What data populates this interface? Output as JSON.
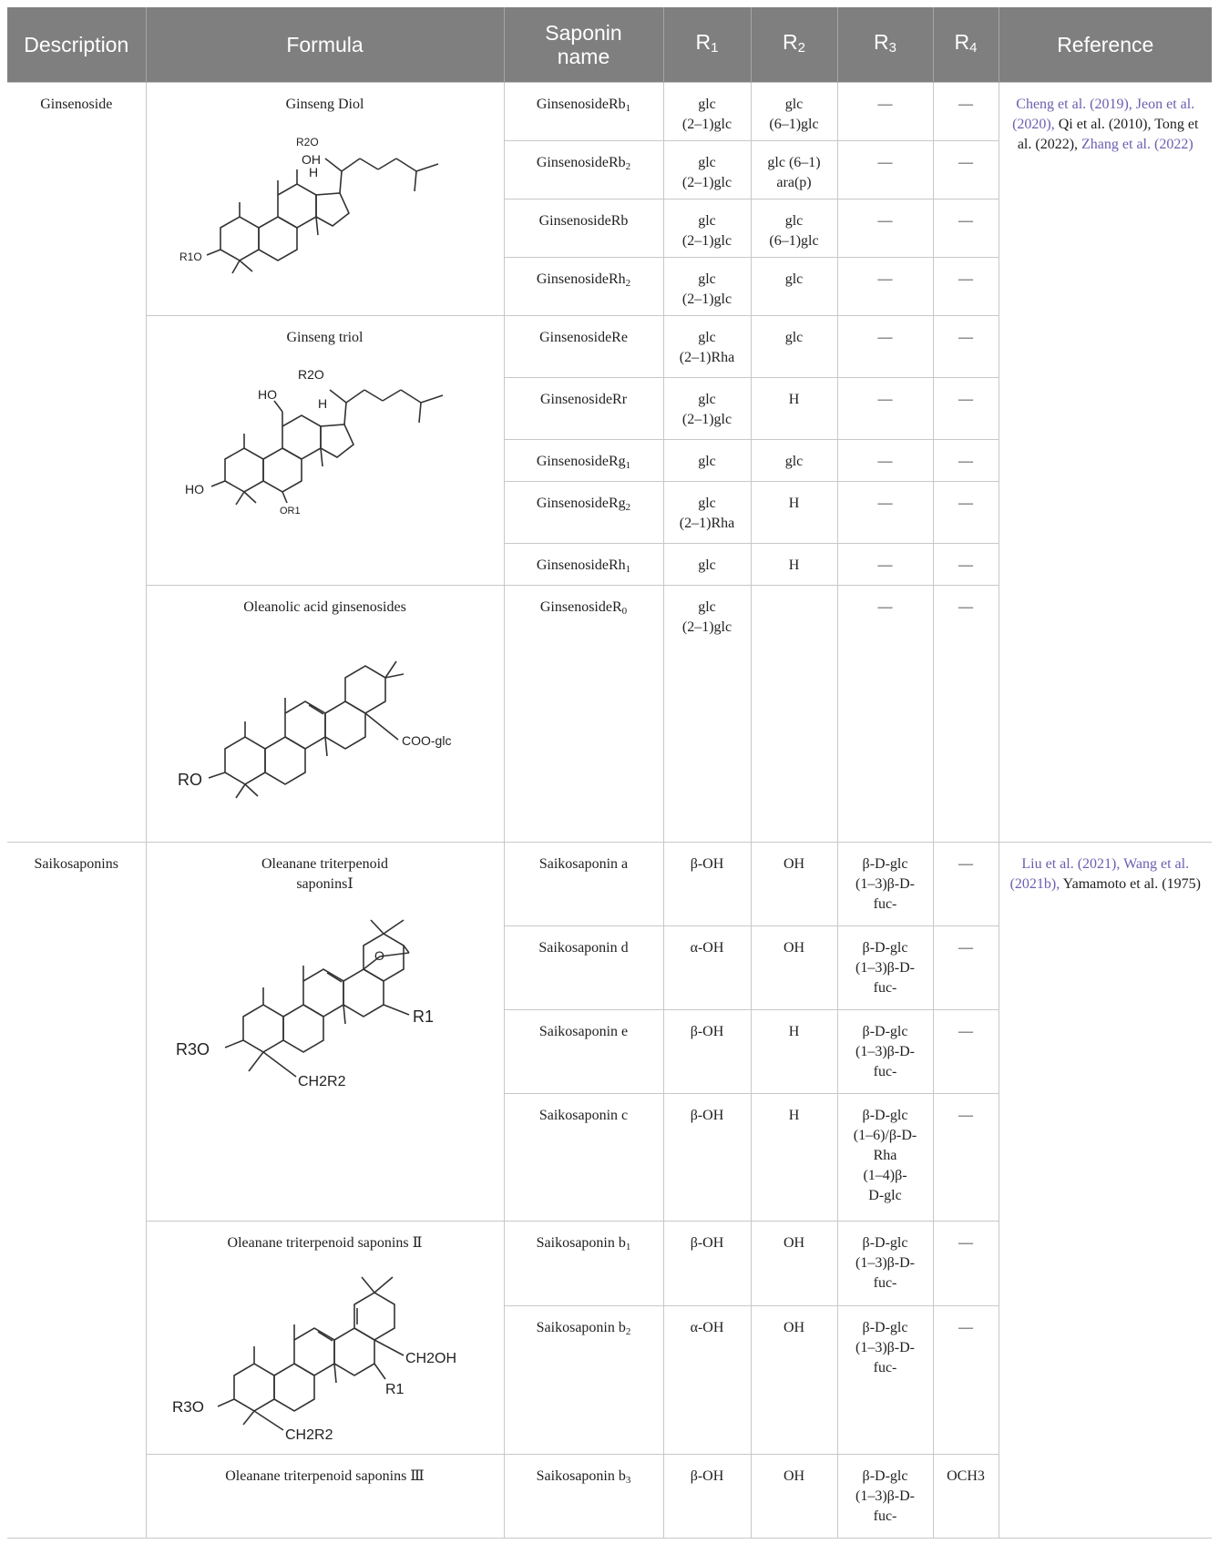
{
  "headers": {
    "description": "Description",
    "formula": "Formula",
    "saponin_name": "Saponin name",
    "r1": "R",
    "r1_sub": "1",
    "r2": "R",
    "r2_sub": "2",
    "r3": "R",
    "r3_sub": "3",
    "r4": "R",
    "r4_sub": "4",
    "reference": "Reference"
  },
  "groups": {
    "ginsenoside": {
      "description": "Ginsenoside",
      "reference": {
        "link1": "Cheng et al. (2019), Jeon et al. (2020),",
        "plain1": " Qi et al. (2010), Tong et al. (2022), ",
        "link2": "Zhang et al. (2022)"
      },
      "formulas": {
        "diol": {
          "title": "Ginseng Diol",
          "labels": {
            "r2o": "R2O",
            "oh": "OH",
            "h": "H",
            "r1o": "R1O"
          }
        },
        "triol": {
          "title": "Ginseng triol",
          "labels": {
            "r2o": "R2O",
            "ho_top": "HO",
            "h": "H",
            "ho_left": "HO",
            "or1": "OR1"
          }
        },
        "oleanolic": {
          "title": "Oleanolic acid ginsenosides",
          "labels": {
            "coo": "COO-glc",
            "ro": "RO"
          }
        }
      },
      "rows": [
        {
          "name": "GinsenosideRb",
          "name_sub": "1",
          "r1": "glc\n(2–1)glc",
          "r2": "glc\n(6–1)glc",
          "r3": "—",
          "r4": "—"
        },
        {
          "name": "GinsenosideRb",
          "name_sub": "2",
          "r1": "glc\n(2–1)glc",
          "r2": "glc (6–1)\nara(p)",
          "r3": "—",
          "r4": "—"
        },
        {
          "name": "GinsenosideRb",
          "name_sub": "",
          "r1": "glc\n(2–1)glc",
          "r2": "glc\n(6–1)glc",
          "r3": "—",
          "r4": "—"
        },
        {
          "name": "GinsenosideRh",
          "name_sub": "2",
          "r1": "glc\n(2–1)glc",
          "r2": "glc",
          "r3": "—",
          "r4": "—"
        },
        {
          "name": "GinsenosideRe",
          "name_sub": "",
          "r1": "glc\n(2–1)Rha",
          "r2": "glc",
          "r3": "—",
          "r4": "—"
        },
        {
          "name": "GinsenosideRr",
          "name_sub": "",
          "r1": "glc\n(2–1)glc",
          "r2": "H",
          "r3": "—",
          "r4": "—"
        },
        {
          "name": "GinsenosideRg",
          "name_sub": "1",
          "r1": "glc",
          "r2": "glc",
          "r3": "—",
          "r4": "—"
        },
        {
          "name": "GinsenosideRg",
          "name_sub": "2",
          "r1": "glc\n(2–1)Rha",
          "r2": "H",
          "r3": "—",
          "r4": "—"
        },
        {
          "name": "GinsenosideRh",
          "name_sub": "1",
          "r1": "glc",
          "r2": "H",
          "r3": "—",
          "r4": "—"
        },
        {
          "name": "GinsenosideR",
          "name_sub": "0",
          "r1": "glc\n(2–1)glc",
          "r2": "",
          "r3": "—",
          "r4": "—"
        }
      ]
    },
    "saikosaponins": {
      "description": "Saikosaponins",
      "reference": {
        "link1": "Liu et al. (2021), Wang et al. (2021b),",
        "plain1": " Yamamoto et al. (1975)"
      },
      "formulas": {
        "one": {
          "title": "Oleanane triterpenoid saponinsⅠ",
          "labels": {
            "o": "O",
            "r1": "R1",
            "r3o": "R3O",
            "ch2r2": "CH2R2"
          }
        },
        "two": {
          "title": "Oleanane triterpenoid saponins Ⅱ",
          "labels": {
            "ch2oh": "CH2OH",
            "r1": "R1",
            "r3o": "R3O",
            "ch2r2": "CH2R2"
          }
        },
        "three": {
          "title": "Oleanane triterpenoid saponins Ⅲ"
        }
      },
      "rows": [
        {
          "name": "Saikosaponin a",
          "name_sub": "",
          "r1": "β-OH",
          "r2": "OH",
          "r3": "β-D-glc\n(1–3)β-D-\nfuc-",
          "r4": "—"
        },
        {
          "name": "Saikosaponin d",
          "name_sub": "",
          "r1": "α-OH",
          "r2": "OH",
          "r3": "β-D-glc\n(1–3)β-D-\nfuc-",
          "r4": "—"
        },
        {
          "name": "Saikosaponin e",
          "name_sub": "",
          "r1": "β-OH",
          "r2": "H",
          "r3": "β-D-glc\n(1–3)β-D-\nfuc-",
          "r4": "—"
        },
        {
          "name": "Saikosaponin c",
          "name_sub": "",
          "r1": "β-OH",
          "r2": "H",
          "r3": "β-D-glc\n(1–6)/β-D-\nRha\n(1–4)β-\nD-glc",
          "r4": "—"
        },
        {
          "name": "Saikosaponin b",
          "name_sub": "1",
          "r1": "β-OH",
          "r2": "OH",
          "r3": "β-D-glc\n(1–3)β-D-\nfuc-",
          "r4": "—"
        },
        {
          "name": "Saikosaponin b",
          "name_sub": "2",
          "r1": "α-OH",
          "r2": "OH",
          "r3": "β-D-glc\n(1–3)β-D-\nfuc-",
          "r4": "—"
        },
        {
          "name": "Saikosaponin b",
          "name_sub": "3",
          "r1": "β-OH",
          "r2": "OH",
          "r3": "β-D-glc\n(1–3)β-D-\nfuc-",
          "r4": "OCH3"
        }
      ]
    }
  }
}
